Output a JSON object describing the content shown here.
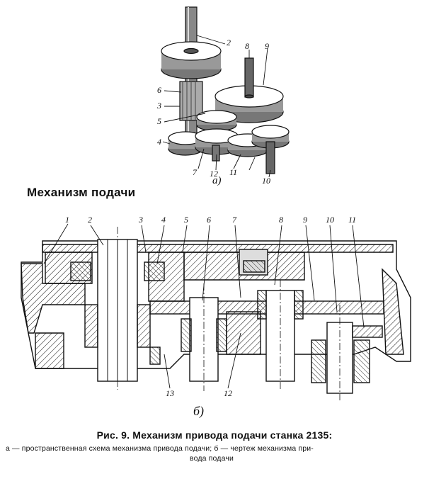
{
  "section_heading": "Механизм подачи",
  "subfigure_a_label": "а)",
  "subfigure_b_label": "б)",
  "caption": "Рис. 9. Механизм привода подачи станка 2135:",
  "legend_line_1": "а — пространственная схема механизма привода подачи; б — чертеж механизма при-",
  "legend_line_2": "вода подачи",
  "diagram_a_callouts": [
    "2",
    "8",
    "9",
    "6",
    "3",
    "5",
    "4",
    "7",
    "12",
    "11",
    "10"
  ],
  "diagram_b_callouts": [
    "1",
    "2",
    "3",
    "4",
    "5",
    "6",
    "7",
    "8",
    "9",
    "10",
    "11",
    "13",
    "12"
  ]
}
